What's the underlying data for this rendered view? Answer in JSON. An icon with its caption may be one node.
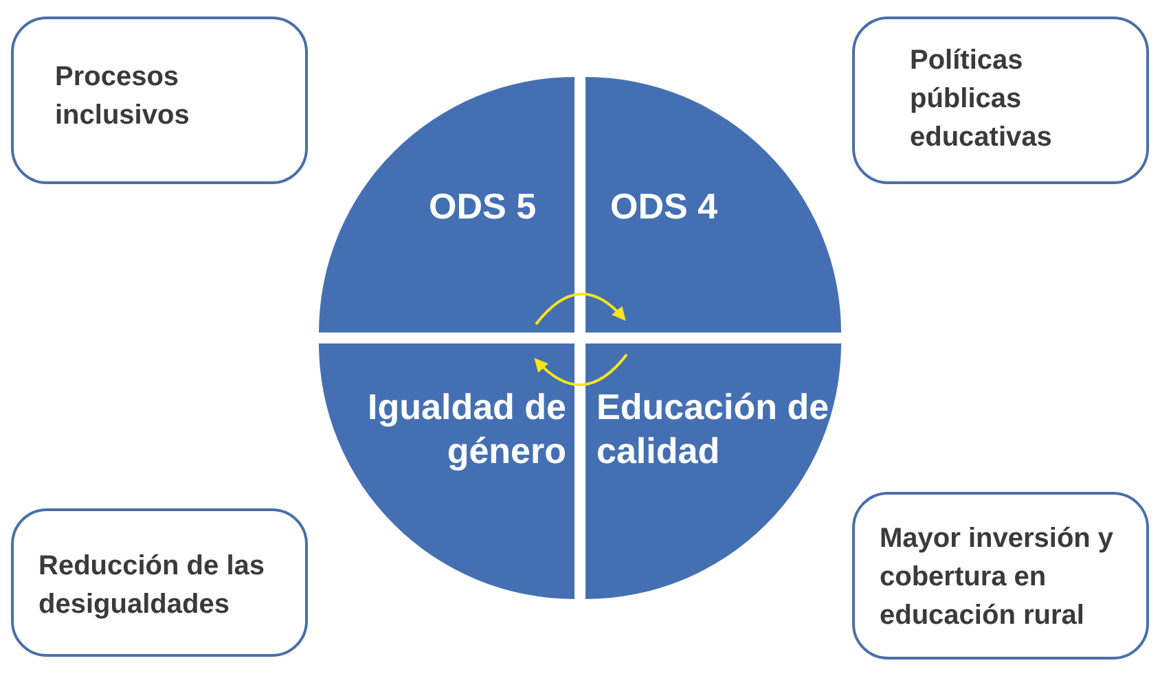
{
  "diagram": {
    "nodes": [
      {
        "text": [
          "Procesos inclusivos"
        ]
      },
      {
        "text": [
          "ODS 5"
        ]
      },
      {
        "text": [
          "ODS 4"
        ]
      },
      {
        "text": [
          "Políticas públicas educativas"
        ]
      },
      {
        "text": [
          "Reducción de las desigualdades"
        ]
      },
      {
        "text": [
          "Igualdad de género"
        ]
      },
      {
        "text": [
          "Educación de calidad"
        ]
      },
      {
        "text": [
          "Mayor inversión y cobertura en educación rural"
        ]
      }
    ],
    "edges": [
      {
        "from": 1,
        "to": 2,
        "arrow": "to"
      },
      {
        "from": 6,
        "to": 5,
        "arrow": "to"
      }
    ]
  }
}
